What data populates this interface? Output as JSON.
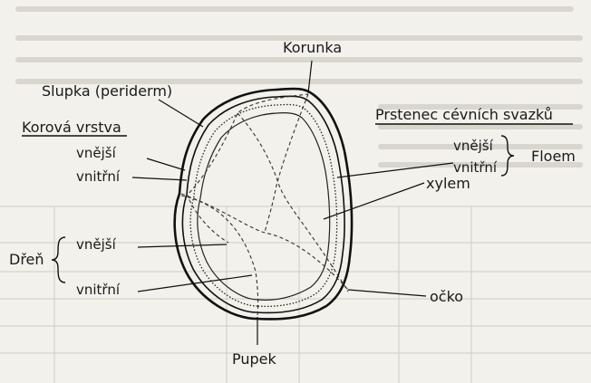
{
  "labels": {
    "korunka": "Korunka",
    "slupka": "Slupka (periderm)",
    "korova_vrstva": "Korová vrstva",
    "kor_vnejsi": "vnější",
    "kor_vnitrni": "vnitřní",
    "prstenec": "Prstenec cévních svazků",
    "floem_vnejsi": "vnější",
    "floem_vnitrni": "vnitřní",
    "floem": "Floem",
    "xylem": "xylem",
    "dren": "Dřeň",
    "dren_vnejsi": "vnější",
    "dren_vnitrni": "vnitřní",
    "ocko": "očko",
    "pupek": "Pupek"
  }
}
